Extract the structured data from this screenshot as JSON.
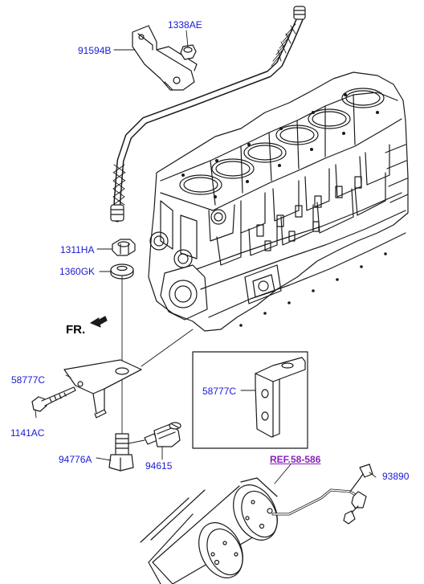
{
  "colors": {
    "line": "#1a1a1a",
    "label": "#1a1ad6",
    "reference": "#8a1fbf"
  },
  "labels": {
    "p1338AE": "1338AE",
    "p91594B": "91594B",
    "p1311HA": "1311HA",
    "p1360GK": "1360GK",
    "front": "FR.",
    "p58777C": "58777C",
    "p58777C_detail": "58777C",
    "p1141AC": "1141AC",
    "p94776A": "94776A",
    "p94615": "94615",
    "ref": "REF.58-586",
    "p93890": "93890"
  }
}
